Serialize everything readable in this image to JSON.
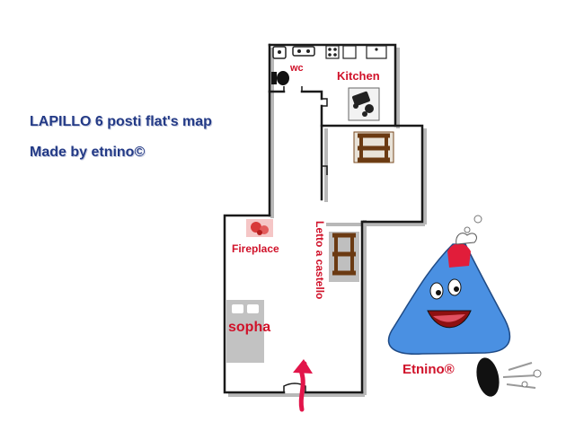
{
  "header": {
    "title": "LAPILLO 6 posti flat's map",
    "subtitle": "Made by etnino©"
  },
  "rooms": {
    "wc": "wc",
    "kitchen": "Kitchen",
    "fireplace": "Fireplace",
    "bunk_bed": "Letto a castello",
    "sopha": "sopha"
  },
  "brand": "Etnino®",
  "colors": {
    "title": "#233a86",
    "label": "#d0122a",
    "wall": "#1a1a1a",
    "wall_shadow": "#b8b8b8",
    "sofa": "#bfbfbf",
    "volcano": "#4a90e2",
    "arrow": "#e2154a"
  },
  "icons": [
    "toilet-icon",
    "washbasin-icon",
    "stove-icon",
    "fridge-icon",
    "sink-icon",
    "table-chairs-icon",
    "bunk-bed-icon",
    "fireplace-icon",
    "entrance-arrow-icon",
    "volcano-mascot-icon"
  ]
}
